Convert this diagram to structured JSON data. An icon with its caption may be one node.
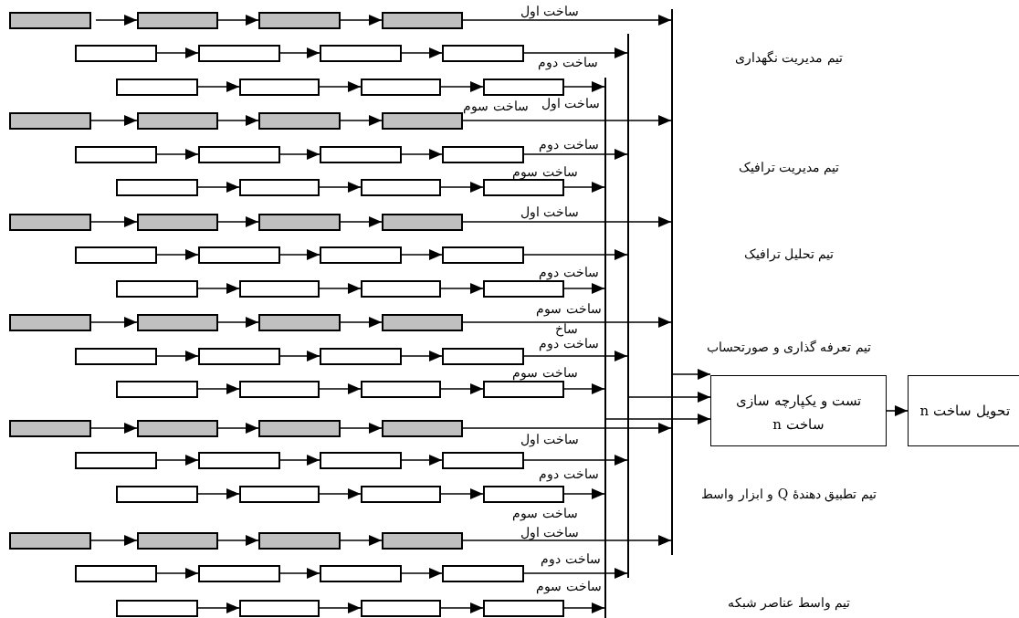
{
  "diagram": {
    "nodes": [
      {
        "text": [],
        "shape": "box"
      },
      {
        "text": [],
        "shape": "box"
      },
      {
        "text": [],
        "shape": "box"
      },
      {
        "text": [],
        "shape": "box"
      },
      {
        "text": [],
        "shape": "box"
      },
      {
        "text": [],
        "shape": "box"
      },
      {
        "text": [],
        "shape": "box"
      },
      {
        "text": [],
        "shape": "box"
      },
      {
        "text": [],
        "shape": "box"
      },
      {
        "text": [],
        "shape": "box"
      },
      {
        "text": [],
        "shape": "box"
      },
      {
        "text": [],
        "shape": "box"
      },
      {
        "text": [],
        "shape": "box"
      },
      {
        "text": [],
        "shape": "box"
      },
      {
        "text": [],
        "shape": "box"
      },
      {
        "text": [],
        "shape": "box"
      },
      {
        "text": [],
        "shape": "box"
      },
      {
        "text": [],
        "shape": "box"
      },
      {
        "text": [],
        "shape": "box"
      },
      {
        "text": [],
        "shape": "box"
      },
      {
        "text": [],
        "shape": "box"
      },
      {
        "text": [],
        "shape": "box"
      },
      {
        "text": [],
        "shape": "box"
      },
      {
        "text": [],
        "shape": "box"
      },
      {
        "text": [],
        "shape": "box"
      },
      {
        "text": [],
        "shape": "box"
      },
      {
        "text": [],
        "shape": "box"
      },
      {
        "text": [],
        "shape": "box"
      },
      {
        "text": [],
        "shape": "box"
      },
      {
        "text": [],
        "shape": "box"
      },
      {
        "text": [],
        "shape": "box"
      },
      {
        "text": [],
        "shape": "box"
      },
      {
        "text": [],
        "shape": "box"
      },
      {
        "text": [],
        "shape": "box"
      },
      {
        "text": [],
        "shape": "box"
      },
      {
        "text": [],
        "shape": "box"
      },
      {
        "text": [],
        "shape": "box"
      },
      {
        "text": [],
        "shape": "box"
      },
      {
        "text": [],
        "shape": "box"
      },
      {
        "text": [],
        "shape": "box"
      },
      {
        "text": [],
        "shape": "box"
      },
      {
        "text": [],
        "shape": "box"
      },
      {
        "text": [],
        "shape": "box"
      },
      {
        "text": [],
        "shape": "box"
      },
      {
        "text": [],
        "shape": "box"
      },
      {
        "text": [],
        "shape": "box"
      },
      {
        "text": [],
        "shape": "box"
      },
      {
        "text": [],
        "shape": "box"
      },
      {
        "text": [],
        "shape": "box"
      },
      {
        "text": [],
        "shape": "box"
      },
      {
        "text": [],
        "shape": "box"
      },
      {
        "text": [],
        "shape": "box"
      },
      {
        "text": [],
        "shape": "box"
      },
      {
        "text": [],
        "shape": "box"
      },
      {
        "text": [],
        "shape": "box"
      },
      {
        "text": [],
        "shape": "box"
      },
      {
        "text": [],
        "shape": "box"
      },
      {
        "text": [],
        "shape": "box"
      },
      {
        "text": [],
        "shape": "box"
      },
      {
        "text": [],
        "shape": "box"
      },
      {
        "text": [],
        "shape": "box"
      },
      {
        "text": [],
        "shape": "box"
      },
      {
        "text": [],
        "shape": "box"
      },
      {
        "text": [],
        "shape": "box"
      },
      {
        "text": [],
        "shape": "box"
      },
      {
        "text": [],
        "shape": "box"
      },
      {
        "text": [],
        "shape": "box"
      },
      {
        "text": [],
        "shape": "box"
      },
      {
        "text": [],
        "shape": "box"
      },
      {
        "text": [],
        "shape": "box"
      },
      {
        "text": [],
        "shape": "box"
      },
      {
        "text": [],
        "shape": "box"
      },
      {
        "text": [],
        "shape": "bar"
      },
      {
        "text": [],
        "shape": "bar"
      },
      {
        "text": [],
        "shape": "bar"
      },
      {
        "text": [
          "تست و یکپارچه سازی ساخت n"
        ]
      },
      {
        "text": [
          "تحویل ساخت n"
        ]
      }
    ],
    "edges": [
      {
        "from": 0,
        "to": 1,
        "arrow": "to"
      },
      {
        "from": 1,
        "to": 2,
        "arrow": "to"
      },
      {
        "from": 2,
        "to": 3,
        "arrow": "to"
      },
      {
        "from": 3,
        "to": 74,
        "arrow": "to"
      },
      {
        "from": 4,
        "to": 5,
        "arrow": "to"
      },
      {
        "from": 5,
        "to": 6,
        "arrow": "to"
      },
      {
        "from": 6,
        "to": 7,
        "arrow": "to"
      },
      {
        "from": 7,
        "to": 73,
        "arrow": "to"
      },
      {
        "from": 8,
        "to": 9,
        "arrow": "to"
      },
      {
        "from": 9,
        "to": 10,
        "arrow": "to"
      },
      {
        "from": 10,
        "to": 11,
        "arrow": "to"
      },
      {
        "from": 11,
        "to": 72,
        "arrow": "to"
      },
      {
        "from": 12,
        "to": 13,
        "arrow": "to"
      },
      {
        "from": 13,
        "to": 14,
        "arrow": "to"
      },
      {
        "from": 14,
        "to": 15,
        "arrow": "to"
      },
      {
        "from": 15,
        "to": 74,
        "arrow": "to"
      },
      {
        "from": 16,
        "to": 17,
        "arrow": "to"
      },
      {
        "from": 17,
        "to": 18,
        "arrow": "to"
      },
      {
        "from": 18,
        "to": 19,
        "arrow": "to"
      },
      {
        "from": 19,
        "to": 73,
        "arrow": "to"
      },
      {
        "from": 20,
        "to": 21,
        "arrow": "to"
      },
      {
        "from": 21,
        "to": 22,
        "arrow": "to"
      },
      {
        "from": 22,
        "to": 23,
        "arrow": "to"
      },
      {
        "from": 23,
        "to": 72,
        "arrow": "to"
      },
      {
        "from": 24,
        "to": 25,
        "arrow": "to"
      },
      {
        "from": 25,
        "to": 26,
        "arrow": "to"
      },
      {
        "from": 26,
        "to": 27,
        "arrow": "to"
      },
      {
        "from": 27,
        "to": 74,
        "arrow": "to"
      },
      {
        "from": 28,
        "to": 29,
        "arrow": "to"
      },
      {
        "from": 29,
        "to": 30,
        "arrow": "to"
      },
      {
        "from": 30,
        "to": 31,
        "arrow": "to"
      },
      {
        "from": 31,
        "to": 73,
        "arrow": "to"
      },
      {
        "from": 32,
        "to": 33,
        "arrow": "to"
      },
      {
        "from": 33,
        "to": 34,
        "arrow": "to"
      },
      {
        "from": 34,
        "to": 35,
        "arrow": "to"
      },
      {
        "from": 35,
        "to": 72,
        "arrow": "to"
      },
      {
        "from": 36,
        "to": 37,
        "arrow": "to"
      },
      {
        "from": 37,
        "to": 38,
        "arrow": "to"
      },
      {
        "from": 38,
        "to": 39,
        "arrow": "to"
      },
      {
        "from": 39,
        "to": 74,
        "arrow": "to"
      },
      {
        "from": 40,
        "to": 41,
        "arrow": "to"
      },
      {
        "from": 41,
        "to": 42,
        "arrow": "to"
      },
      {
        "from": 42,
        "to": 43,
        "arrow": "to"
      },
      {
        "from": 43,
        "to": 73,
        "arrow": "to"
      },
      {
        "from": 44,
        "to": 45,
        "arrow": "to"
      },
      {
        "from": 45,
        "to": 46,
        "arrow": "to"
      },
      {
        "from": 46,
        "to": 47,
        "arrow": "to"
      },
      {
        "from": 47,
        "to": 72,
        "arrow": "to"
      },
      {
        "from": 48,
        "to": 49,
        "arrow": "to"
      },
      {
        "from": 49,
        "to": 50,
        "arrow": "to"
      },
      {
        "from": 50,
        "to": 51,
        "arrow": "to"
      },
      {
        "from": 51,
        "to": 74,
        "arrow": "to"
      },
      {
        "from": 52,
        "to": 53,
        "arrow": "to"
      },
      {
        "from": 53,
        "to": 54,
        "arrow": "to"
      },
      {
        "from": 54,
        "to": 55,
        "arrow": "to"
      },
      {
        "from": 55,
        "to": 73,
        "arrow": "to"
      },
      {
        "from": 56,
        "to": 57,
        "arrow": "to"
      },
      {
        "from": 57,
        "to": 58,
        "arrow": "to"
      },
      {
        "from": 58,
        "to": 59,
        "arrow": "to"
      },
      {
        "from": 59,
        "to": 72,
        "arrow": "to"
      },
      {
        "from": 60,
        "to": 61,
        "arrow": "to"
      },
      {
        "from": 61,
        "to": 62,
        "arrow": "to"
      },
      {
        "from": 62,
        "to": 63,
        "arrow": "to"
      },
      {
        "from": 63,
        "to": 74,
        "arrow": "to"
      },
      {
        "from": 64,
        "to": 65,
        "arrow": "to"
      },
      {
        "from": 65,
        "to": 66,
        "arrow": "to"
      },
      {
        "from": 66,
        "to": 67,
        "arrow": "to"
      },
      {
        "from": 67,
        "to": 73,
        "arrow": "to"
      },
      {
        "from": 68,
        "to": 69,
        "arrow": "to"
      },
      {
        "from": 69,
        "to": 70,
        "arrow": "to"
      },
      {
        "from": 70,
        "to": 71,
        "arrow": "to"
      },
      {
        "from": 71,
        "to": 72,
        "arrow": "to"
      },
      {
        "from": 74,
        "to": 75,
        "arrow": "to"
      },
      {
        "from": 73,
        "to": 75,
        "arrow": "to"
      },
      {
        "from": 72,
        "to": 75,
        "arrow": "to"
      },
      {
        "from": 75,
        "to": 76,
        "arrow": "to"
      }
    ],
    "labels": [
      "ساخت اول",
      "ساخت دوم",
      "تیم مدیریت نگهداری",
      "ساخت سوم",
      "ساخت اول",
      "ساخت دوم",
      "ساخت سوم",
      "تیم مدیریت ترافیک",
      "ساخت اول",
      "تیم تحلیل ترافیک",
      "ساخت دوم",
      "ساخت سوم",
      "ساخ",
      "ساخت دوم",
      "تیم تعرفه گذاری و صورتحساب",
      "ساخت سوم",
      "ساخت اول",
      "ساخت دوم",
      "تیم تطبیق دهندهٔ Q و ابزار واسط",
      "ساخت سوم",
      "ساخت اول",
      "ساخت دوم",
      "ساخت سوم",
      "تیم واسط عناصر شبکه"
    ]
  }
}
